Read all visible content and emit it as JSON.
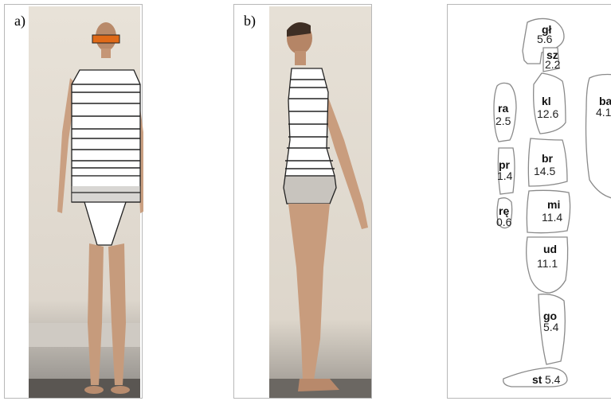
{
  "panels": {
    "a": {
      "label": "a)"
    },
    "b": {
      "label": "b)"
    }
  },
  "segments": [
    {
      "abbr": "gł",
      "value": "5.6"
    },
    {
      "abbr": "sz",
      "value": "2.2"
    },
    {
      "abbr": "kl",
      "value": "12.6"
    },
    {
      "abbr": "ba",
      "value": "4.1"
    },
    {
      "abbr": "ra",
      "value": "2.5"
    },
    {
      "abbr": "pr",
      "value": "1.4"
    },
    {
      "abbr": "br",
      "value": "14.5"
    },
    {
      "abbr": "mi",
      "value": "11.4"
    },
    {
      "abbr": "rę",
      "value": "0.6"
    },
    {
      "abbr": "ud",
      "value": "11.1"
    },
    {
      "abbr": "go",
      "value": "5.4"
    },
    {
      "abbr": "st",
      "value": "5.4"
    }
  ]
}
